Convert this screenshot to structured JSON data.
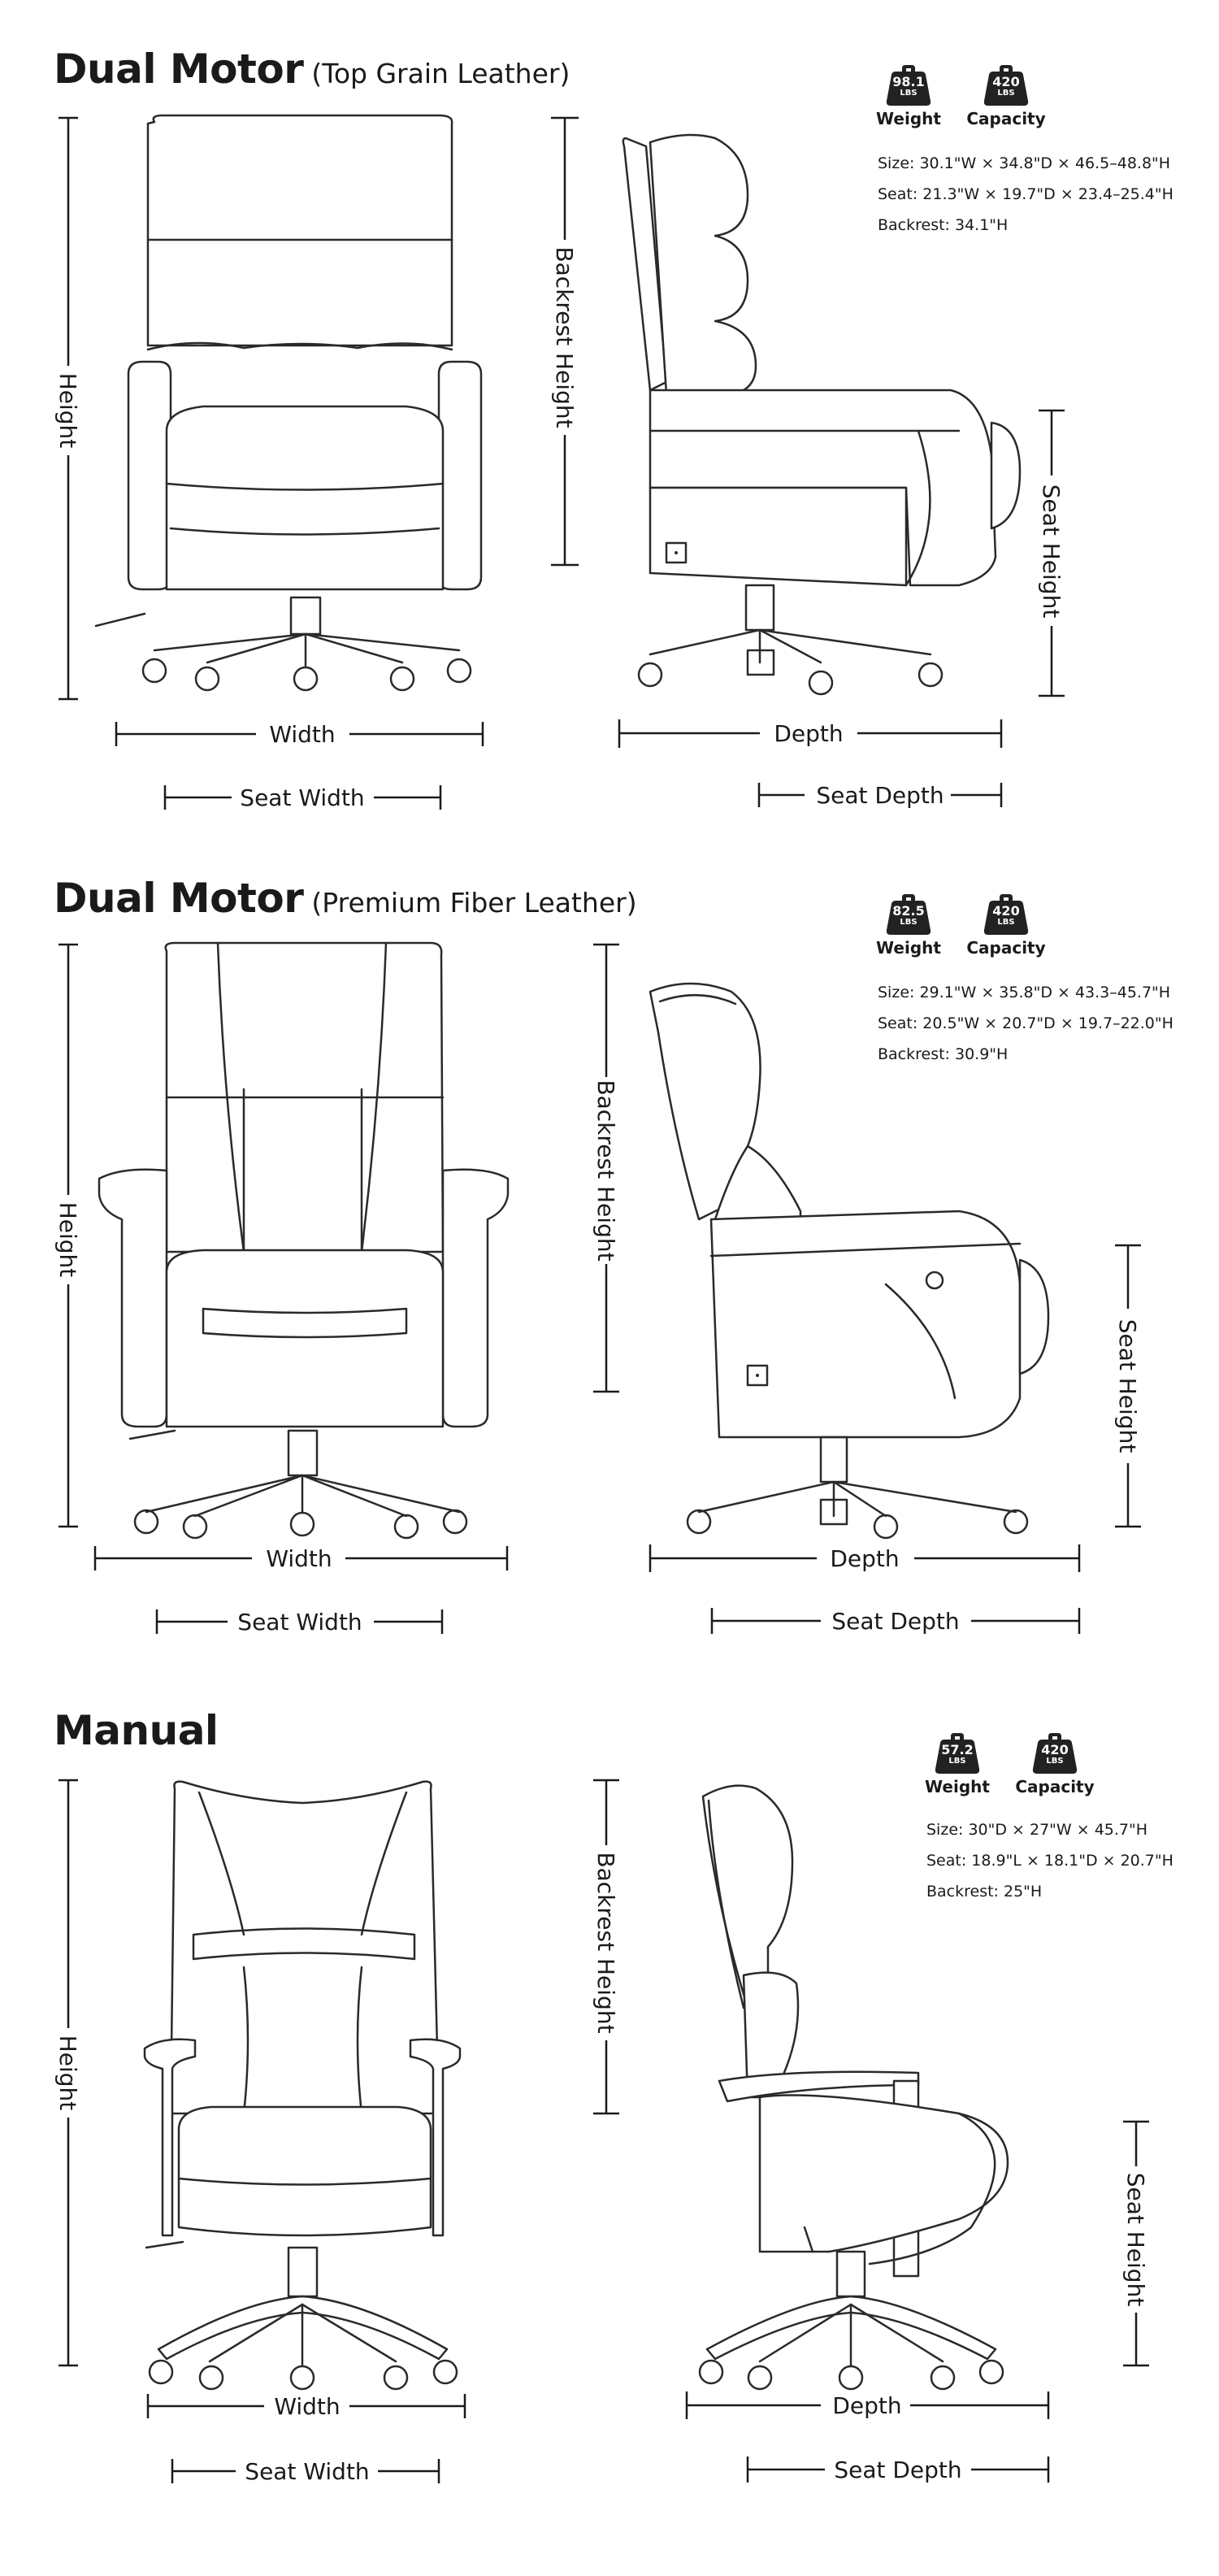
{
  "sections": [
    {
      "title": "Dual Motor",
      "subtitle": "(Top Grain Leather)",
      "weight_value": "98.1",
      "capacity_value": "420",
      "size": "Size: 30.1\"W × 34.8\"D × 46.5–48.8\"H",
      "seat": "Seat: 21.3\"W × 19.7\"D × 23.4–25.4\"H",
      "backrest": "Backrest:  34.1\"H"
    },
    {
      "title": "Dual Motor",
      "subtitle": "(Premium Fiber Leather)",
      "weight_value": "82.5",
      "capacity_value": "420",
      "size": "Size: 29.1\"W × 35.8\"D × 43.3–45.7\"H",
      "seat": "Seat: 20.5\"W × 20.7\"D × 19.7–22.0\"H",
      "backrest": "Backrest: 30.9\"H"
    },
    {
      "title": "Manual",
      "subtitle": "",
      "weight_value": "57.2",
      "capacity_value": "420",
      "size": "Size: 30\"D × 27\"W × 45.7\"H",
      "seat": "Seat: 18.9\"L × 18.1\"D × 20.7\"H",
      "backrest": "Backrest: 25\"H"
    }
  ],
  "labels": {
    "weight": "Weight",
    "capacity": "Capacity",
    "unit": "LBS",
    "height": "Height",
    "width": "Width",
    "seat_width": "Seat Width",
    "depth": "Depth",
    "seat_depth": "Seat Depth",
    "backrest_height": "Backrest Height",
    "seat_height": "Seat Height"
  },
  "icons": {
    "weight": "weight-icon",
    "capacity": "capacity-icon"
  },
  "colors": {
    "text": "#1a1a1a",
    "badge": "#222222"
  }
}
